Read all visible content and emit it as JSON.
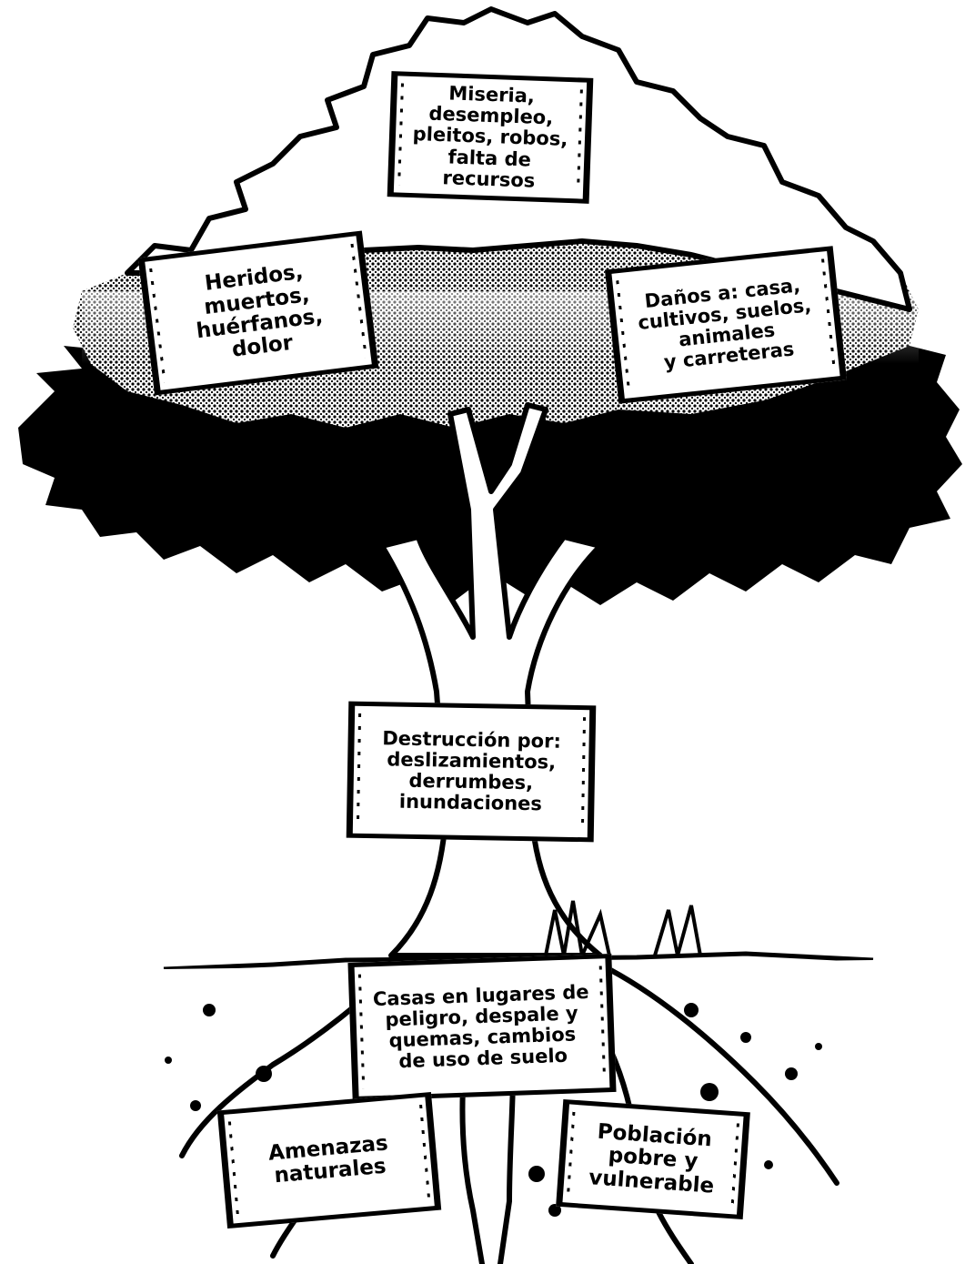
{
  "diagram": {
    "type": "tree-diagram",
    "colors": {
      "ink": "#000000",
      "paper": "#ffffff"
    },
    "signs": {
      "top": "Miseria,\ndesempleo,\npleitos, robos,\nfalta de\nrecursos",
      "left": "Heridos,\nmuertos,\nhuérfanos,\ndolor",
      "right": "Daños a: casa,\ncultivos, suelos,\nanimales\ny carreteras",
      "trunk": "Destrucción por:\ndeslizamientos,\nderrumbes,\ninundaciones",
      "ground": "Casas en lugares de\npeligro, despale y\nquemas, cambios\nde uso de suelo",
      "root_left": "Amenazas\nnaturales",
      "root_right": "Población\npobre y\nvulnerable"
    }
  }
}
